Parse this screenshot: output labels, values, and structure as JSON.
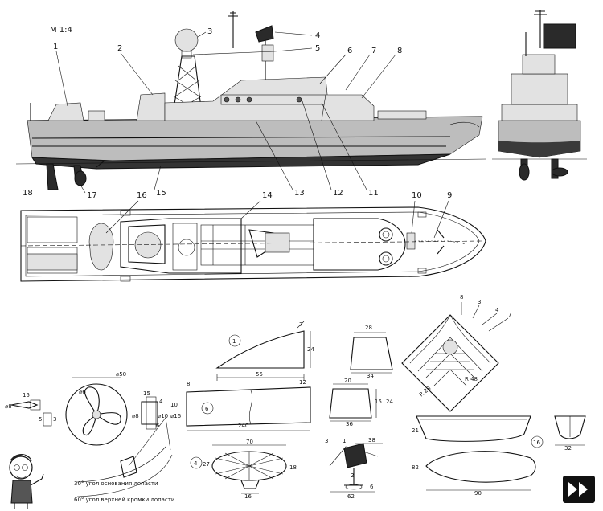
{
  "scale_label": "М 1:4",
  "callouts": {
    "c1": "1",
    "c2": "2",
    "c3": "3",
    "c4": "4",
    "c5": "5",
    "c6": "6",
    "c7": "7",
    "c8": "8",
    "c9": "9",
    "c10": "10",
    "c11": "11",
    "c12": "12",
    "c13": "13",
    "c14": "14",
    "c15": "15",
    "c16": "16",
    "c17": "17",
    "c18": "18"
  },
  "part_markers": {
    "p1": "1",
    "p6": "6",
    "p4": "4",
    "p16": "16"
  },
  "dimensions": {
    "d55": "55",
    "d24a": "24",
    "d7a": "7",
    "d28": "28",
    "d34": "34",
    "d240": "240",
    "d12": "12",
    "d8": "8",
    "d20": "20",
    "d36": "36",
    "d15a": "15",
    "d24b": "24",
    "d70": "70",
    "d27": "27",
    "d18": "18",
    "d16": "16",
    "d38": "38",
    "d62": "62",
    "a1": "1",
    "a3": "3",
    "a2": "2",
    "a6": "6",
    "r48": "R 48",
    "r28": "R 28",
    "m8": "8",
    "m3": "3",
    "m4": "4",
    "m7": "7",
    "d90": "90",
    "d32": "32",
    "d21": "21",
    "d82": "82",
    "f50": "⌀50",
    "f6": "⌀6",
    "s15a": "15",
    "s15b": "15",
    "s8": "⌀8",
    "s3": "3",
    "s5": "5",
    "s10": "10",
    "s6": "6",
    "s8b": "⌀8",
    "s10b": "⌀10",
    "s16": "⌀16",
    "s4": "4"
  },
  "propeller_notes": {
    "base_angle": "30° угол основания лопасти",
    "tip_angle": "60° угол верхней кромки лопасти"
  },
  "next_icon": "double-chevron-right-icon"
}
